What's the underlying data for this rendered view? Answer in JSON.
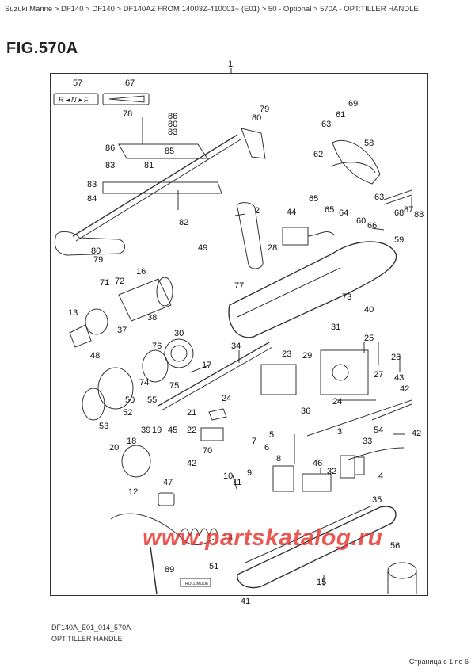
{
  "breadcrumb": "Suzuki Marine > DF140 > DF140 > DF140AZ FROM 14003Z-410001~ (E01) > 50 - Optional > 570A - OPT:TILLER HANDLE",
  "figure_title": "FIG.570A",
  "diagram_code": "DF140A_E01_014_570A",
  "diagram_subtitle": "OPT:TILLER HANDLE",
  "pager": "Страница с 1 по 6",
  "watermark": "www.partskatalog.ru",
  "sticker_text": "TROLL MODE",
  "colors": {
    "line": "#333333",
    "watermark": "#e5342e"
  },
  "parts": {
    "p1": "1",
    "p2": "2",
    "p3": "3",
    "p4": "4",
    "p5": "5",
    "p6": "6",
    "p7": "7",
    "p8": "8",
    "p9": "9",
    "p10": "10",
    "p11": "11",
    "p12": "12",
    "p13": "13",
    "p14": "14",
    "p15": "15",
    "p16": "16",
    "p17": "17",
    "p18": "18",
    "p19": "19",
    "p20": "20",
    "p21": "21",
    "p22": "22",
    "p23": "23",
    "p24": "24",
    "p25": "25",
    "p26": "26",
    "p27": "27",
    "p28": "28",
    "p29": "29",
    "p30": "30",
    "p31": "31",
    "p32": "32",
    "p33": "33",
    "p34": "34",
    "p35": "35",
    "p36": "36",
    "p37": "37",
    "p38": "38",
    "p39": "39",
    "p40": "40",
    "p41": "41",
    "p42": "42",
    "p43": "43",
    "p44": "44",
    "p45": "45",
    "p46": "46",
    "p47": "47",
    "p48": "48",
    "p49": "49",
    "p50": "50",
    "p51": "51",
    "p52": "52",
    "p53": "53",
    "p54": "54",
    "p55": "55",
    "p56": "56",
    "p57": "57",
    "p58": "58",
    "p59": "59",
    "p60": "60",
    "p61": "61",
    "p62": "62",
    "p63": "63",
    "p64": "64",
    "p65": "65",
    "p66": "66",
    "p67": "67",
    "p68": "68",
    "p69": "69",
    "p70": "70",
    "p71": "71",
    "p72": "72",
    "p73": "73",
    "p74": "74",
    "p75": "75",
    "p76": "76",
    "p77": "77",
    "p78": "78",
    "p79": "79",
    "p80": "80",
    "p81": "81",
    "p82": "82",
    "p83": "83",
    "p84": "84",
    "p85": "85",
    "p86": "86",
    "p87": "87",
    "p88": "88",
    "p89": "89"
  }
}
